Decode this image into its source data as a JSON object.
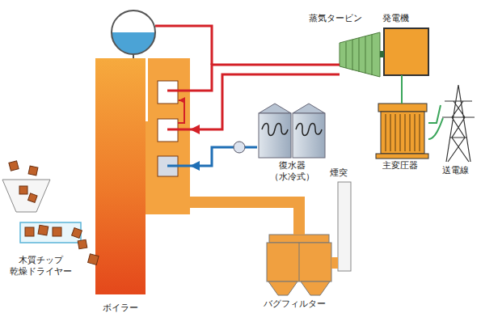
{
  "diagram": {
    "nodes": [
      {
        "text": [
          "ボイラー"
        ]
      },
      {
        "text": [
          "蒸気タービン"
        ]
      },
      {
        "text": [
          "発電機"
        ]
      },
      {
        "text": [
          "復水器 （水冷式）"
        ]
      },
      {
        "text": [
          "主変圧器"
        ]
      },
      {
        "text": [
          "送電線"
        ]
      },
      {
        "text": [
          "煙突"
        ]
      },
      {
        "text": [
          "バグフィルター"
        ]
      },
      {
        "text": [
          "木質チップ 乾燥ドライヤー"
        ]
      }
    ],
    "edges": [
      {
        "from": 0,
        "to": 1,
        "arrow": "none"
      },
      {
        "from": 1,
        "to": 0,
        "arrow": "to"
      },
      {
        "from": 3,
        "to": 0,
        "arrow": "to"
      },
      {
        "from": 0,
        "to": 7,
        "arrow": "none"
      },
      {
        "from": 7,
        "to": 6,
        "arrow": "none"
      },
      {
        "from": 1,
        "to": 2,
        "arrow": "none"
      },
      {
        "from": 2,
        "to": 4,
        "arrow": "none"
      },
      {
        "from": 4,
        "to": 5,
        "arrow": "none"
      }
    ]
  }
}
